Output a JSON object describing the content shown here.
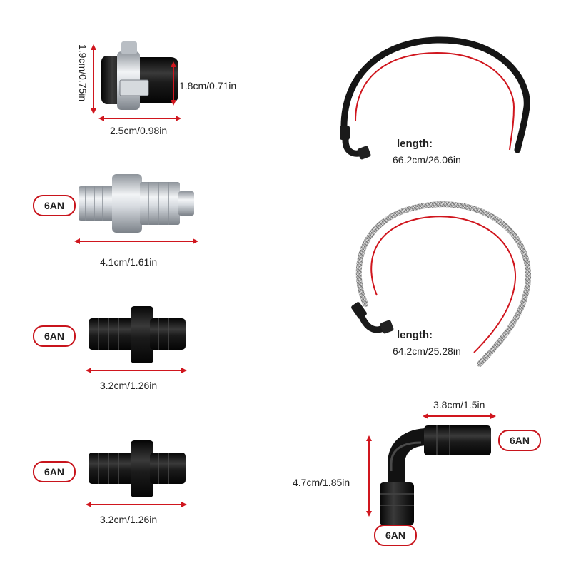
{
  "fitting_label": "6AN",
  "clamp": {
    "height": "1.9cm/0.75in",
    "inner_height": "1.8cm/0.71in",
    "width": "2.5cm/0.98in"
  },
  "silver_adapter": {
    "width": "4.1cm/1.61in"
  },
  "black_adapter_1": {
    "width": "3.2cm/1.26in"
  },
  "black_adapter_2": {
    "width": "3.2cm/1.26in"
  },
  "hose_black": {
    "length_label": "length:",
    "length": "66.2cm/26.06in"
  },
  "hose_braided": {
    "length_label": "length:",
    "length": "64.2cm/25.28in"
  },
  "elbow": {
    "width": "3.8cm/1.5in",
    "height": "4.7cm/1.85in"
  },
  "colors": {
    "accent_red": "#d0161e",
    "anodized_black": "#151515",
    "silver": "#c9cdd2",
    "braid": "#9a9a9a"
  }
}
